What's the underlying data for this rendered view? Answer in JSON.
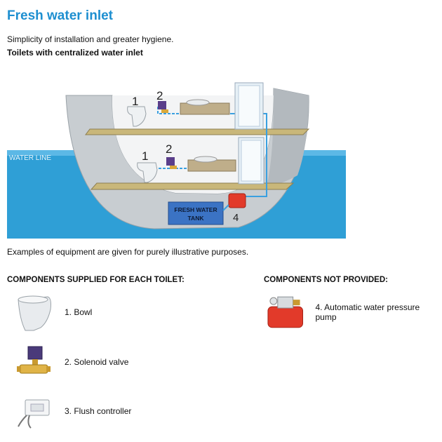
{
  "page": {
    "title": "Fresh water inlet",
    "intro": "Simplicity of installation and greater hygiene.",
    "subhead": "Toilets with centralized water inlet",
    "disclaimer": "Examples of equipment are given for purely illustrative purposes."
  },
  "diagram": {
    "water_line_label": "WATER LINE",
    "tank_label_line1": "FRESH WATER",
    "tank_label_line2": "TANK",
    "num_1_upper": "1",
    "num_2_upper": "2",
    "num_1_lower": "1",
    "num_2_lower": "2",
    "num_4": "4",
    "colors": {
      "sea": "#2f9fd6",
      "hull": "#c8cdd1",
      "deck": "#c9b77a",
      "pipe": "#3aa0e0",
      "tank": "#3b73c4",
      "pump": "#e23a2a"
    }
  },
  "components": {
    "supplied_heading": "COMPONENTS SUPPLIED FOR EACH TOILET:",
    "not_provided_heading": "COMPONENTS NOT PROVIDED:",
    "supplied": [
      {
        "label": "1. Bowl",
        "icon": "toilet-bowl-icon"
      },
      {
        "label": "2. Solenoid valve",
        "icon": "solenoid-valve-icon"
      },
      {
        "label": "3. Flush controller",
        "icon": "flush-controller-icon"
      }
    ],
    "not_provided": [
      {
        "label": "4. Automatic water pressure pump",
        "icon": "water-pump-icon"
      }
    ]
  }
}
